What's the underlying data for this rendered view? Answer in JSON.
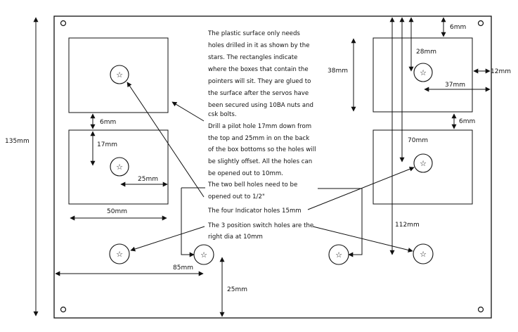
{
  "dimensions": {
    "total_height": "135mm",
    "gap_top_boxes": "6mm",
    "pilot_down": "17mm",
    "pilot_in": "25mm",
    "box_width": "50mm",
    "switch_hole_x": "85mm",
    "switch_hole_from_bottom": "25mm",
    "right_top_gap": "6mm",
    "right_box_height": "38mm",
    "right_hole_down": "28mm",
    "right_edge_gap": "12mm",
    "right_hole_in": "37mm",
    "right_gap_between": "6mm",
    "right_box_width": "70mm",
    "right_hole_height": "112mm"
  },
  "notes": {
    "plastic": [
      "The plastic surface only needs",
      "holes drilled in it as shown by the",
      "stars. The rectangles indicate",
      "where the boxes that contain the",
      "pointers will sit.  They are glued to",
      "the surface after the servos have",
      "been secured using 10BA nuts and",
      "csk bolts."
    ],
    "pilot": [
      "Drill a pilot hole 17mm down from",
      "the top and 25mm in on the back",
      "of the box bottoms so the holes will",
      "be slightly offset. All the holes can",
      "be opened out to 10mm."
    ],
    "bell": [
      "The two bell holes need to be",
      "opened out to 1/2\""
    ],
    "indicator": [
      "The four Indicator holes 15mm"
    ],
    "switch": [
      "The 3 position switch holes are the",
      "right dia at 10mm"
    ]
  },
  "hole_symbol": "☆"
}
